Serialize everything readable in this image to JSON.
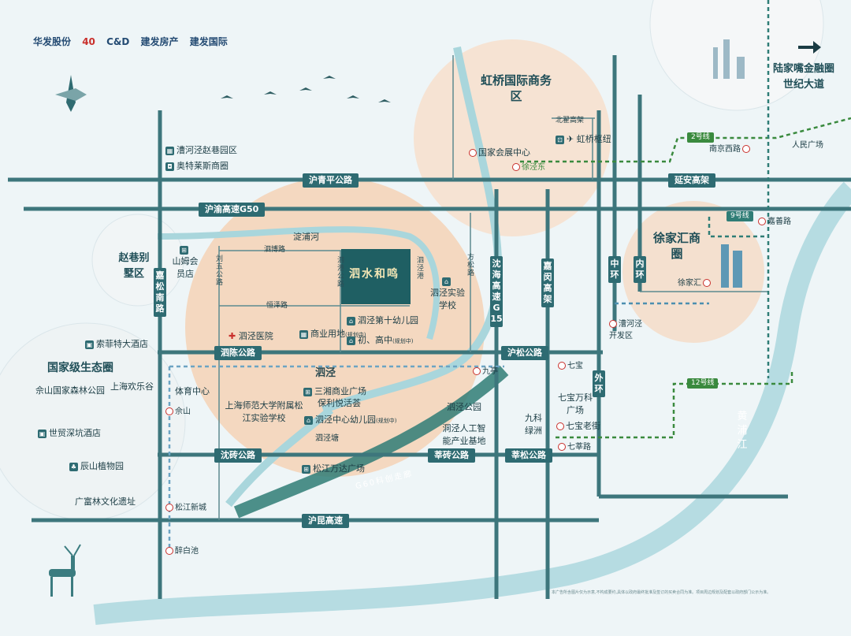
{
  "logos": {
    "huafa": "华发股份",
    "forty": "40",
    "cd": "C&D",
    "jianfa_fangchan": "建发房产",
    "jianfa_guoji": "建发国际"
  },
  "regions": {
    "hongqiao": "虹桥国际商务区",
    "lujiazui": "陆家嘴金融圈世纪大道",
    "xujiahui": "徐家汇商圈",
    "zhaoxiang": "赵巷别墅区",
    "eco": "国家级生态圈",
    "sijing": "泗泾"
  },
  "roads": {
    "huqingping": "沪青平公路",
    "g50": "沪渝高速G50",
    "yanan": "延安高架",
    "sichen": "泗陈公路",
    "husong": "沪松公路",
    "shenzhuan": "沈砖公路",
    "xinzhuan": "莘砖公路",
    "xinsong": "莘松公路",
    "hukun": "沪昆高速",
    "jiasong": "嘉松南路",
    "shenhai": "沈海高速G15",
    "jiamin": "嘉闵高架",
    "zhonghuan": "中环",
    "neihuan": "内环",
    "waihuan": "外环",
    "beihong": "北翟高架",
    "g60": "G60科创走廊",
    "liuwu": "刘五公路",
    "sigang": "泗港公路",
    "fangsong": "方松路",
    "sibo": "泗博路",
    "hengze": "恒泽路",
    "sigang_river": "泗泾港",
    "dianpu": "淀浦河",
    "sijingtang": "泗泾塘",
    "huangpu": "黄浦江"
  },
  "metro": {
    "line2": "2号线",
    "line9": "9号线",
    "line12": "12号线",
    "xujingdong": "徐泾东",
    "nanjingxi": "南京西路",
    "renmin": "人民广场",
    "jiashan": "嘉善路",
    "xujiahui": "徐家汇",
    "caohejing": "漕河泾开发区",
    "jiuting": "九亭",
    "qibao": "七宝",
    "qixin": "七莘路",
    "sheshan": "佘山",
    "songjiangxincheng": "松江新城",
    "zuibaichi": "醉白池"
  },
  "poi": {
    "cao_zhao": "漕河泾赵巷园区",
    "outlets": "奥特莱斯商圈",
    "shanlang": "山姆会员店",
    "sofitel": "索菲特大酒店",
    "sheshan_forest": "佘山国家森林公园",
    "happy_valley": "上海欢乐谷",
    "shikeng": "世贸深坑酒店",
    "chenshan": "辰山植物园",
    "guangfulin": "广富林文化遗址",
    "guohui": "国家会展中心",
    "hongqiao_hub": "虹桥枢纽",
    "sijing_school": "泗泾实验学校",
    "sijing_hospital": "泗泾医院",
    "commercial": "商业用地",
    "planning1": "(规划中)",
    "kindergarten10": "泗泾第十幼儿园",
    "highschool": "初、高中",
    "planning2": "(规划中)",
    "sports": "体育中心",
    "normal_school": "上海师范大学附属松江实验学校",
    "sanxiang": "三湘商业广场",
    "baoli": "保利悦活荟",
    "center_kg": "泗泾中心幼儿园",
    "center_kg_note": "(规划中)",
    "sijing_park": "泗泾公园",
    "ai_base": "洞泾人工智能产业基地",
    "wanda": "松江万达广场",
    "jiuke": "九科绿洲",
    "qibao_wanke": "七宝万科广场",
    "qibao_old": "七宝老街",
    "project": "泗水和鸣"
  },
  "disclaimer": "本广告所含图片仅为示意,不构成要约,具体以政府最终批准及签订的买卖合同为准。项目周边规划及配套以政府部门公示为准。"
}
